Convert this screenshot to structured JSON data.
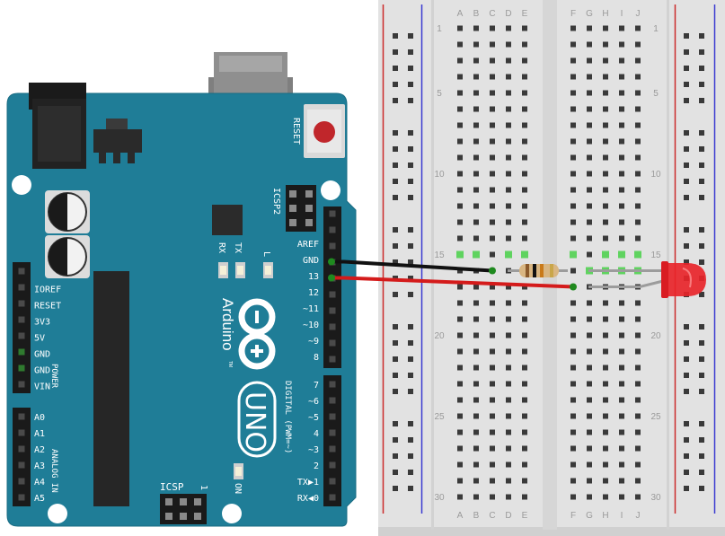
{
  "board": {
    "color": "#1f7d97",
    "reset_label": "RESET",
    "icsp2_label": "ICSP2",
    "icsp_label": "ICSP",
    "tx_label": "TX",
    "rx_label": "RX",
    "l_label": "L",
    "on_label": "ON",
    "brand": "Arduino",
    "tm": "TM",
    "model": "UNO",
    "digital_label": "DIGITAL (PWM=~)",
    "power_label": "POWER",
    "analog_label": "ANALOG IN",
    "icsp_one": "1",
    "left_pins": [
      "IOREF",
      "RESET",
      "3V3",
      "5V",
      "GND",
      "GND",
      "VIN"
    ],
    "analog_pins": [
      "A0",
      "A1",
      "A2",
      "A3",
      "A4",
      "A5"
    ],
    "digital_upper": [
      "AREF",
      "GND",
      "13",
      "12",
      "~11",
      "~10",
      "~9",
      "8"
    ],
    "digital_lower": [
      "7",
      "~6",
      "~5",
      "4",
      "~3",
      "2",
      "TX▶1",
      "RX◀0"
    ]
  },
  "breadboard": {
    "columns_left": [
      "A",
      "B",
      "C",
      "D",
      "E"
    ],
    "columns_right": [
      "F",
      "G",
      "H",
      "I",
      "J"
    ],
    "row_numbers": [
      "1",
      "5",
      "10",
      "15",
      "20",
      "25",
      "30"
    ]
  },
  "components": {
    "resistor": "resistor",
    "led": "red-led"
  },
  "colors": {
    "wire_gnd": "#111111",
    "wire_signal": "#d41b1b",
    "led": "#e8252a",
    "rail_red": "#cc2b2b",
    "rail_blue": "#3a3ad0",
    "highlight": "#5fd35f"
  }
}
